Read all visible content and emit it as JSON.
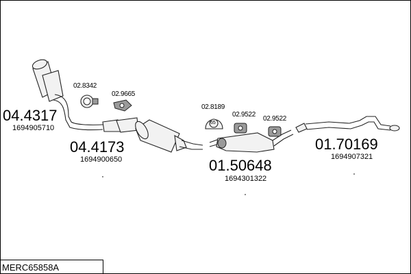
{
  "diagram": {
    "reference": "MERC65858A",
    "parts": [
      {
        "number": "04.4317",
        "oe": "1694905710"
      },
      {
        "number": "04.4173",
        "oe": "1694900650"
      },
      {
        "number": "01.50648",
        "oe": "1694301322"
      },
      {
        "number": "01.70169",
        "oe": "1694907321"
      }
    ],
    "accessories": [
      {
        "number": "02.8342"
      },
      {
        "number": "02.9665"
      },
      {
        "number": "02.8189",
        "badge": "65"
      },
      {
        "number": "02.9522"
      },
      {
        "number": "02.9522"
      }
    ]
  },
  "colors": {
    "line": "#222222",
    "fill_light": "#f2f2f2",
    "fill_dark": "#9a9a9a"
  }
}
